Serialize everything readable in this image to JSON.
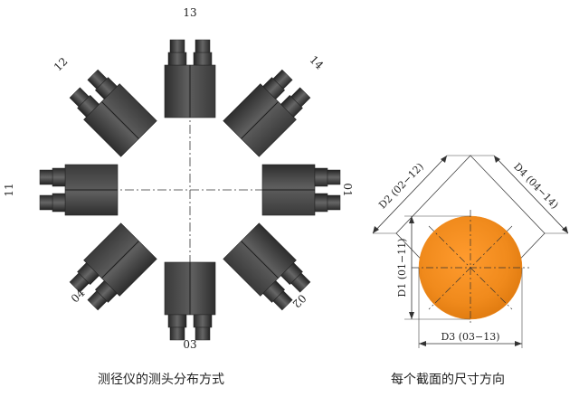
{
  "left_diagram": {
    "probe_labels": {
      "p01": "01",
      "p02": "02",
      "p03": "03",
      "p04": "04",
      "p11": "11",
      "p12": "12",
      "p13": "13",
      "p14": "14"
    },
    "caption": "测径仪的测头分布方式"
  },
  "right_diagram": {
    "dimension_labels": {
      "d1": "D1 (01−11)",
      "d2": "D2 (02−12)",
      "d3": "D3 (03−13)",
      "d4": "D4 (04−14)"
    },
    "section_fill_color": "#f08a1c",
    "caption": "每个截面的尺寸方向"
  }
}
